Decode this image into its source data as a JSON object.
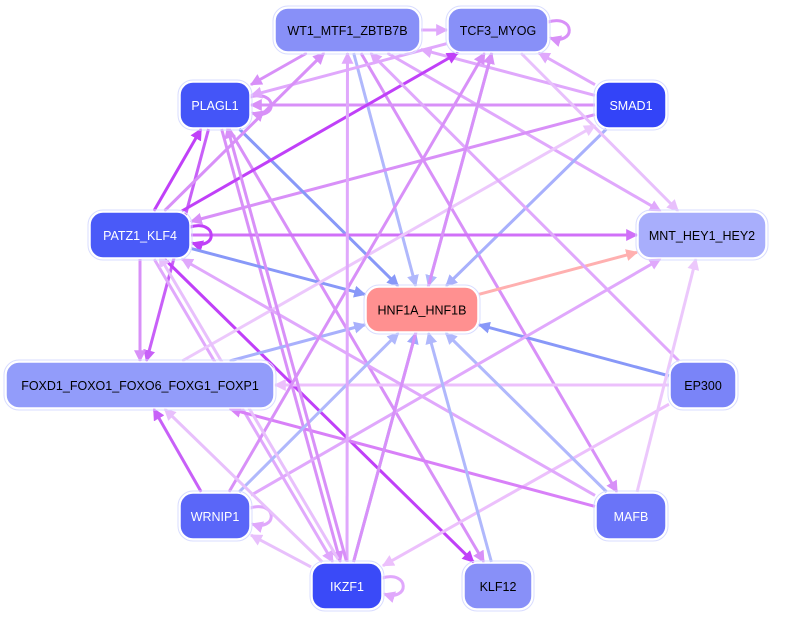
{
  "nodes": [
    {
      "id": "WT1",
      "label": "WT1_MTF1_ZBTB7B",
      "color": "#8890f8",
      "text_color": "#000000"
    },
    {
      "id": "TCF3",
      "label": "TCF3_MYOG",
      "color": "#8890f8",
      "text_color": "#000000"
    },
    {
      "id": "PLAGL1",
      "label": "PLAGL1",
      "color": "#4455f8",
      "text_color": "#ffffff"
    },
    {
      "id": "SMAD1",
      "label": "SMAD1",
      "color": "#3344f8",
      "text_color": "#ffffff"
    },
    {
      "id": "PATZ1",
      "label": "PATZ1_KLF4",
      "color": "#4a5af8",
      "text_color": "#ffffff"
    },
    {
      "id": "MNT",
      "label": "MNT_HEY1_HEY2",
      "color": "#a8aefc",
      "text_color": "#000000"
    },
    {
      "id": "HNF1A",
      "label": "HNF1A_HNF1B",
      "color": "#ff9090",
      "text_color": "#000000"
    },
    {
      "id": "FOXD1",
      "label": "FOXD1_FOXO1_FOXO6_FOXG1_FOXP1",
      "color": "#929cfa",
      "text_color": "#000000"
    },
    {
      "id": "EP300",
      "label": "EP300",
      "color": "#7a84f8",
      "text_color": "#000000"
    },
    {
      "id": "WRNIP1",
      "label": "WRNIP1",
      "color": "#5a66f8",
      "text_color": "#ffffff"
    },
    {
      "id": "MAFB",
      "label": "MAFB",
      "color": "#6a74f8",
      "text_color": "#ffffff"
    },
    {
      "id": "IKZF1",
      "label": "IKZF1",
      "color": "#3a4af8",
      "text_color": "#ffffff"
    },
    {
      "id": "KLF12",
      "label": "KLF12",
      "color": "#8890f8",
      "text_color": "#000000"
    }
  ],
  "edges": [
    {
      "from": "WT1",
      "to": "TCF3",
      "color": "#e0a8fc"
    },
    {
      "from": "TCF3",
      "to": "TCF3",
      "color": "#d890f8"
    },
    {
      "from": "WT1",
      "to": "PLAGL1",
      "color": "#d890f8"
    },
    {
      "from": "WT1",
      "to": "HNF1A",
      "color": "#b0b8fc"
    },
    {
      "from": "WT1",
      "to": "MNT",
      "color": "#e0a8fc"
    },
    {
      "from": "WT1",
      "to": "MAFB",
      "color": "#d890f8"
    },
    {
      "from": "SMAD1",
      "to": "PLAGL1",
      "color": "#d890f8"
    },
    {
      "from": "SMAD1",
      "to": "TCF3",
      "color": "#e0a8fc"
    },
    {
      "from": "SMAD1",
      "to": "WT1",
      "color": "#e0a8fc"
    },
    {
      "from": "SMAD1",
      "to": "HNF1A",
      "color": "#a8b0fc"
    },
    {
      "from": "SMAD1",
      "to": "PATZ1",
      "color": "#d890f8"
    },
    {
      "from": "PLAGL1",
      "to": "PLAGL1",
      "color": "#d890f8"
    },
    {
      "from": "PLAGL1",
      "to": "HNF1A",
      "color": "#8898f8"
    },
    {
      "from": "PLAGL1",
      "to": "FOXD1",
      "color": "#c860f8"
    },
    {
      "from": "PLAGL1",
      "to": "IKZF1",
      "color": "#d890f8"
    },
    {
      "from": "PLAGL1",
      "to": "KLF12",
      "color": "#d890f8"
    },
    {
      "from": "TCF3",
      "to": "PLAGL1",
      "color": "#e0a8fc"
    },
    {
      "from": "TCF3",
      "to": "HNF1A",
      "color": "#b0b8fc"
    },
    {
      "from": "TCF3",
      "to": "MNT",
      "color": "#e8c0fc"
    },
    {
      "from": "PATZ1",
      "to": "PLAGL1",
      "color": "#c040f8"
    },
    {
      "from": "PATZ1",
      "to": "TCF3",
      "color": "#c040f8"
    },
    {
      "from": "PATZ1",
      "to": "WT1",
      "color": "#d890f8"
    },
    {
      "from": "PATZ1",
      "to": "MNT",
      "color": "#d070f8"
    },
    {
      "from": "PATZ1",
      "to": "PATZ1",
      "color": "#c040f8"
    },
    {
      "from": "PATZ1",
      "to": "HNF1A",
      "color": "#8898f8"
    },
    {
      "from": "PATZ1",
      "to": "FOXD1",
      "color": "#d890f8"
    },
    {
      "from": "PATZ1",
      "to": "KLF12",
      "color": "#c040f8"
    },
    {
      "from": "PATZ1",
      "to": "IKZF1",
      "color": "#e0a8fc"
    },
    {
      "from": "HNF1A",
      "to": "MNT",
      "color": "#ffb0b0"
    },
    {
      "from": "FOXD1",
      "to": "HNF1A",
      "color": "#a8b0fc"
    },
    {
      "from": "FOXD1",
      "to": "SMAD1",
      "color": "#ecc8fc"
    },
    {
      "from": "EP300",
      "to": "HNF1A",
      "color": "#8898f8"
    },
    {
      "from": "EP300",
      "to": "FOXD1",
      "color": "#ecc0fc"
    },
    {
      "from": "EP300",
      "to": "IKZF1",
      "color": "#ecc0fc"
    },
    {
      "from": "EP300",
      "to": "WT1",
      "color": "#e0a8fc"
    },
    {
      "from": "MAFB",
      "to": "FOXD1",
      "color": "#d880f8"
    },
    {
      "from": "MAFB",
      "to": "HNF1A",
      "color": "#b0b8fc"
    },
    {
      "from": "MAFB",
      "to": "MNT",
      "color": "#ecc8fc"
    },
    {
      "from": "MAFB",
      "to": "PATZ1",
      "color": "#e0a8fc"
    },
    {
      "from": "WRNIP1",
      "to": "FOXD1",
      "color": "#c860f8"
    },
    {
      "from": "WRNIP1",
      "to": "WRNIP1",
      "color": "#e0a8fc"
    },
    {
      "from": "WRNIP1",
      "to": "HNF1A",
      "color": "#b0b8fc"
    },
    {
      "from": "WRNIP1",
      "to": "TCF3",
      "color": "#d890f8"
    },
    {
      "from": "WRNIP1",
      "to": "MNT",
      "color": "#e0a8fc"
    },
    {
      "from": "IKZF1",
      "to": "WRNIP1",
      "color": "#e8c0fc"
    },
    {
      "from": "IKZF1",
      "to": "IKZF1",
      "color": "#e0a8fc"
    },
    {
      "from": "IKZF1",
      "to": "HNF1A",
      "color": "#a0a8fc"
    },
    {
      "from": "IKZF1",
      "to": "WT1",
      "color": "#e0a8fc"
    },
    {
      "from": "IKZF1",
      "to": "TCF3",
      "color": "#d890f8"
    },
    {
      "from": "IKZF1",
      "to": "PLAGL1",
      "color": "#d890f8"
    },
    {
      "from": "IKZF1",
      "to": "PATZ1",
      "color": "#e8c0fc"
    },
    {
      "from": "IKZF1",
      "to": "FOXD1",
      "color": "#e8c0fc"
    },
    {
      "from": "KLF12",
      "to": "HNF1A",
      "color": "#b0b8fc"
    }
  ]
}
